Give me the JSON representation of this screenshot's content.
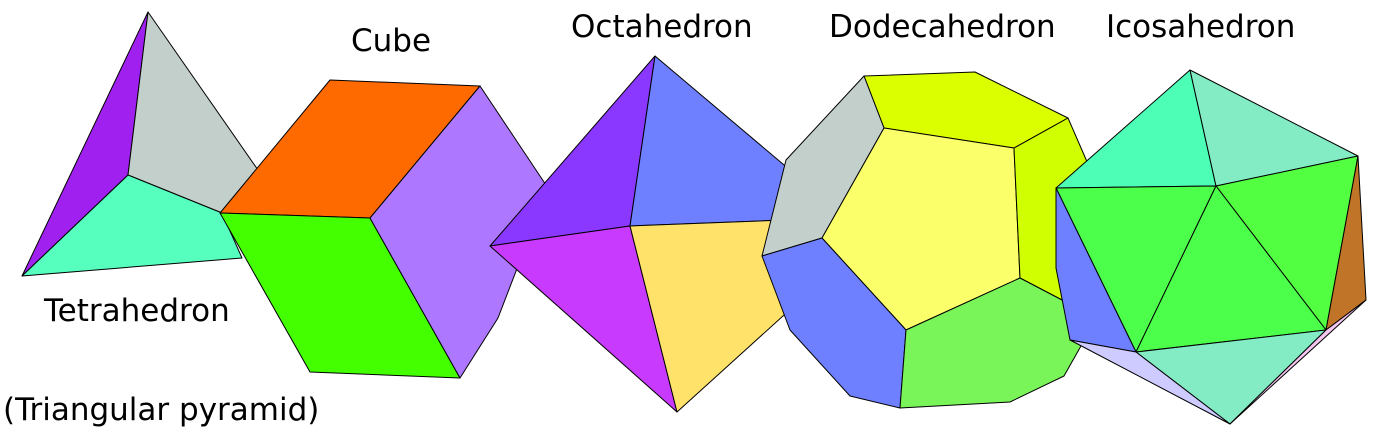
{
  "labels": {
    "tetrahedron": "Tetrahedron",
    "tetrahedron_sub": "(Triangular pyramid)",
    "cube": "Cube",
    "octahedron": "Octahedron",
    "dodecahedron": "Dodecahedron",
    "icosahedron": "Icosahedron"
  },
  "colors": {
    "tetra_purple": "#a020f0",
    "tetra_gray": "#c3cfcb",
    "tetra_teal": "#57ffbf",
    "cube_orange": "#ff6a00",
    "cube_green": "#43ff00",
    "cube_lavender": "#ad78ff",
    "octa_violet": "#8a38ff",
    "octa_blue": "#6e80ff",
    "octa_magenta": "#c93aff",
    "octa_yellow": "#ffe26a",
    "dodeca_yellow_top": "#dcff00",
    "dodeca_gray": "#c3cfcb",
    "dodeca_yellow": "#fbff6a",
    "dodeca_yellowgreen": "#cfff00",
    "dodeca_blue": "#6e80ff",
    "dodeca_green": "#79f459",
    "icosa_teal": "#4dffb6",
    "icosa_mint": "#84ecc4",
    "icosa_green": "#4cff4a",
    "icosa_green2": "#53ff41",
    "icosa_blue": "#6e80ff",
    "icosa_brown": "#c07428",
    "icosa_lilac": "#cdcbff",
    "icosa_pink": "#f4c6f0"
  }
}
